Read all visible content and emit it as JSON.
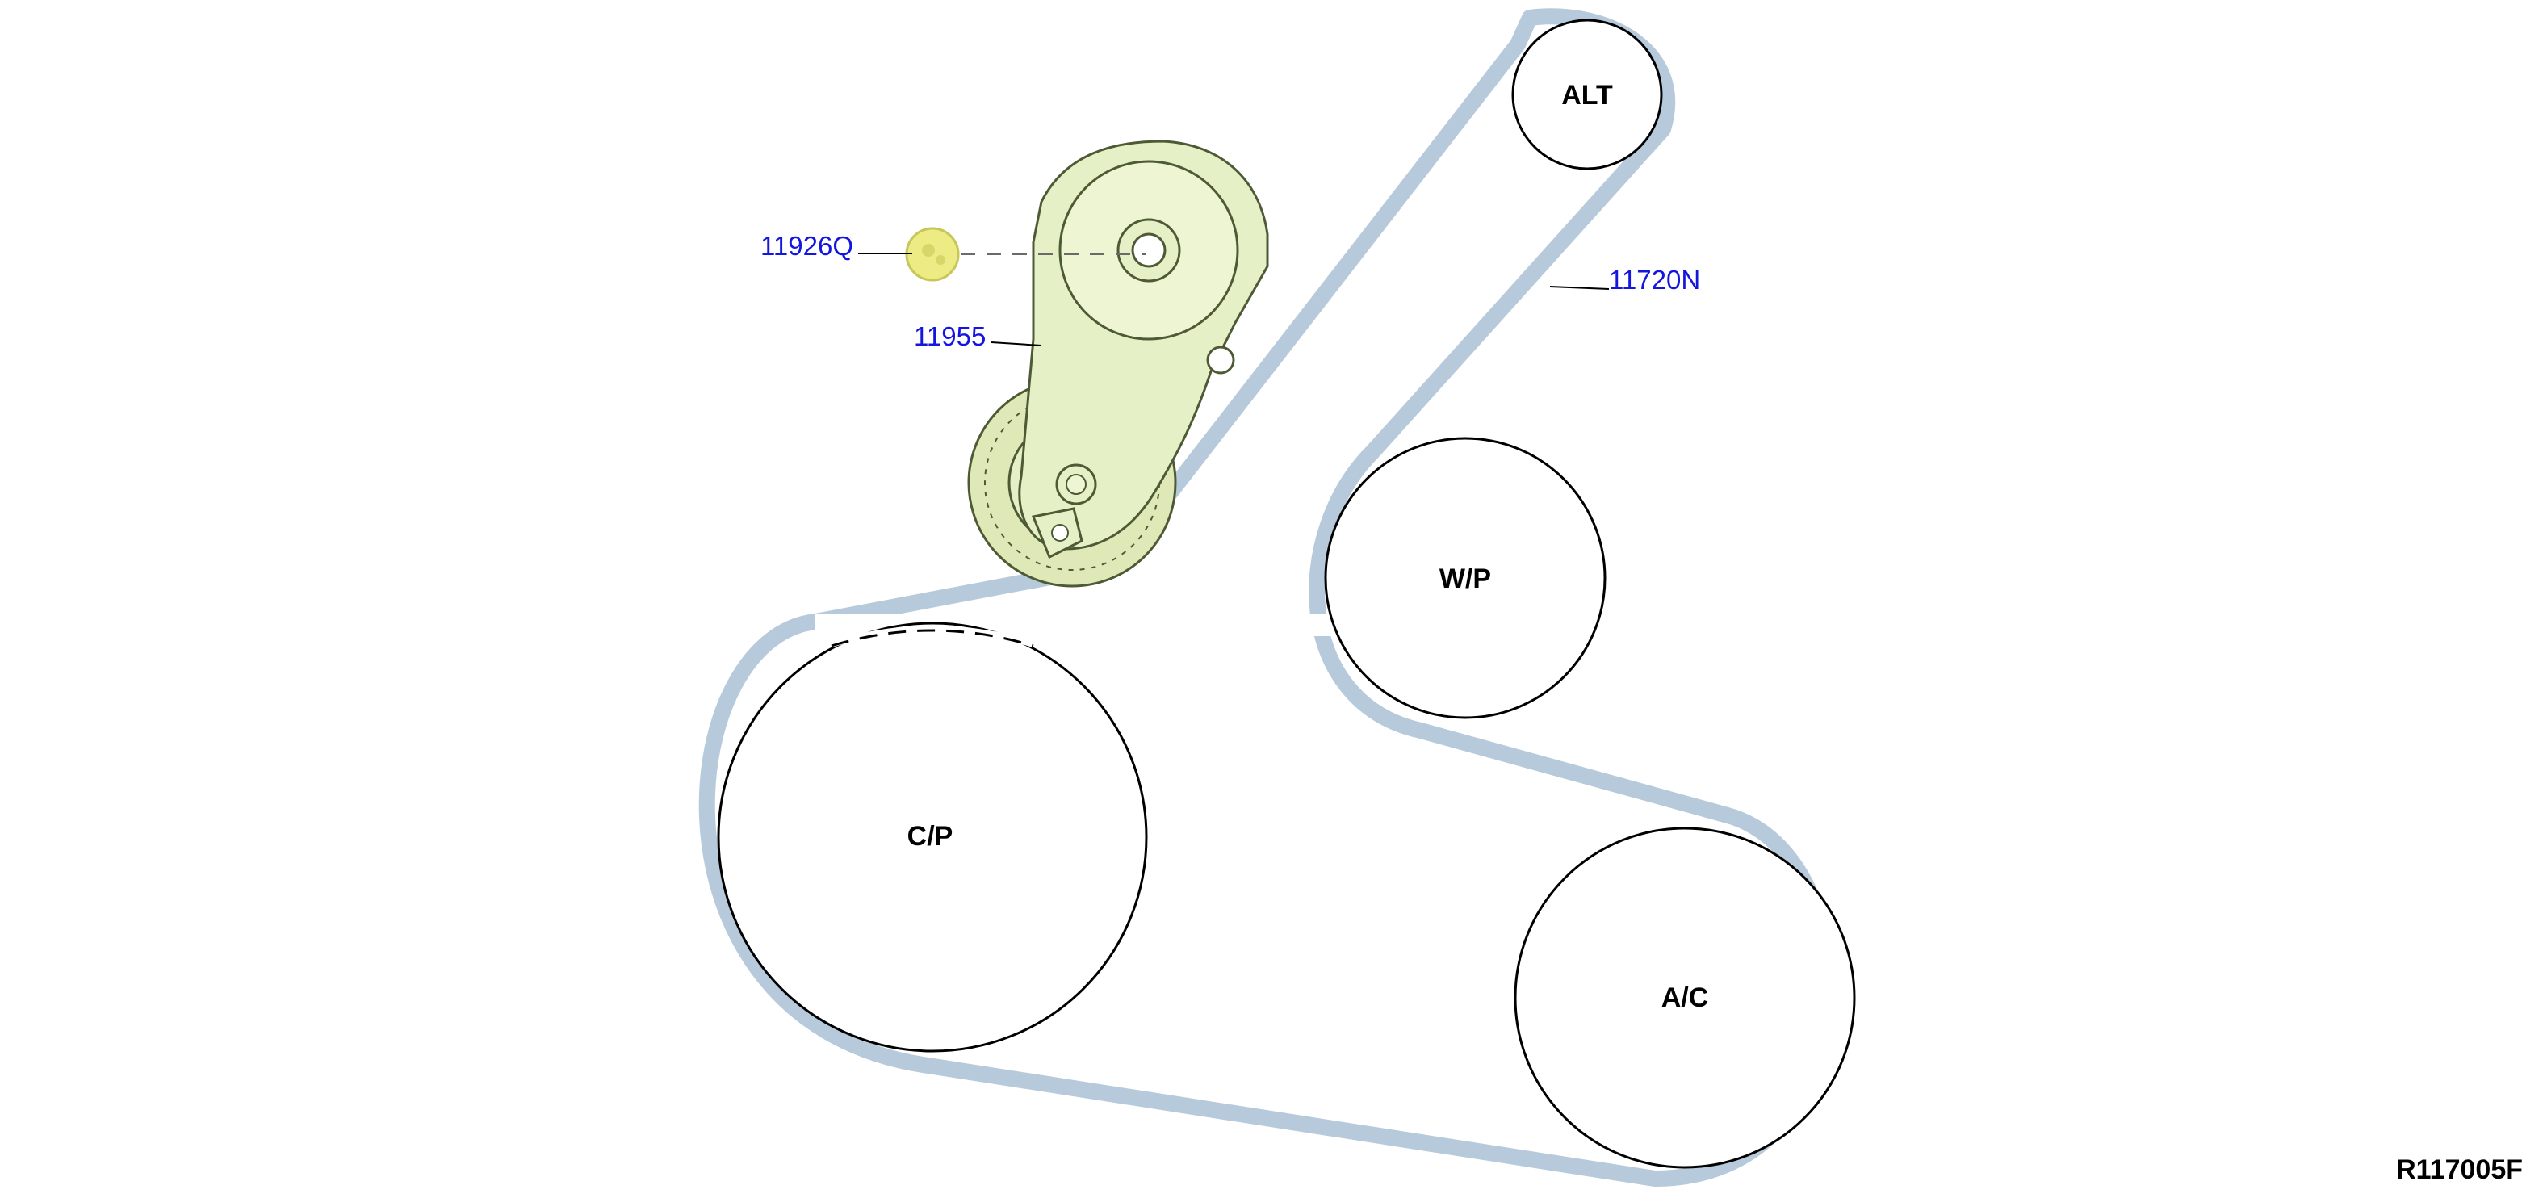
{
  "pulleys": {
    "alt": "ALT",
    "wp": "W/P",
    "cp": "C/P",
    "ac": "A/C"
  },
  "callouts": {
    "bolt": "11926Q",
    "tensioner": "11955",
    "belt": "11720N"
  },
  "figure_id": "R117005F",
  "colors": {
    "belt": "#b7cadb",
    "callout_text": "#1515e0",
    "tensioner_body": "#e6f0c6",
    "tensioner_outline": "#4d5a35",
    "bolt": "#eceb84"
  }
}
